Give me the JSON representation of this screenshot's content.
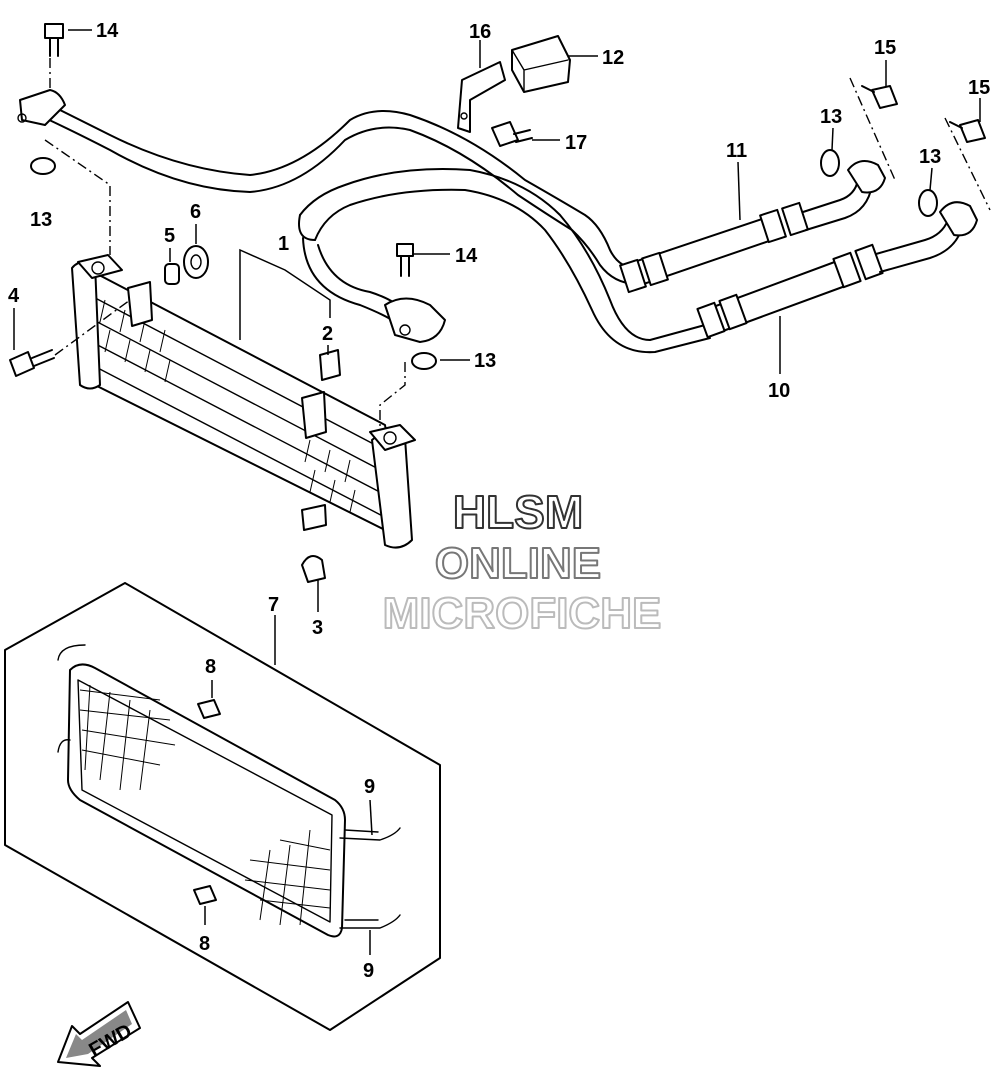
{
  "diagram": {
    "callouts": [
      {
        "id": "c14a",
        "label": "14"
      },
      {
        "id": "c16",
        "label": "16"
      },
      {
        "id": "c12",
        "label": "12"
      },
      {
        "id": "c17",
        "label": "17"
      },
      {
        "id": "c15a",
        "label": "15"
      },
      {
        "id": "c15b",
        "label": "15"
      },
      {
        "id": "c13a",
        "label": "13"
      },
      {
        "id": "c13b",
        "label": "13"
      },
      {
        "id": "c13c",
        "label": "13"
      },
      {
        "id": "c13d",
        "label": "13"
      },
      {
        "id": "c11",
        "label": "11"
      },
      {
        "id": "c10",
        "label": "10"
      },
      {
        "id": "c14b",
        "label": "14"
      },
      {
        "id": "c6",
        "label": "6"
      },
      {
        "id": "c5",
        "label": "5"
      },
      {
        "id": "c1",
        "label": "1"
      },
      {
        "id": "c4",
        "label": "4"
      },
      {
        "id": "c2",
        "label": "2"
      },
      {
        "id": "c3",
        "label": "3"
      },
      {
        "id": "c7",
        "label": "7"
      },
      {
        "id": "c8a",
        "label": "8"
      },
      {
        "id": "c8b",
        "label": "8"
      },
      {
        "id": "c9a",
        "label": "9"
      },
      {
        "id": "c9b",
        "label": "9"
      }
    ],
    "watermark": [
      "HLSM",
      "ONLINE",
      "MICROFICHE"
    ],
    "fwd_label": "FWD"
  }
}
